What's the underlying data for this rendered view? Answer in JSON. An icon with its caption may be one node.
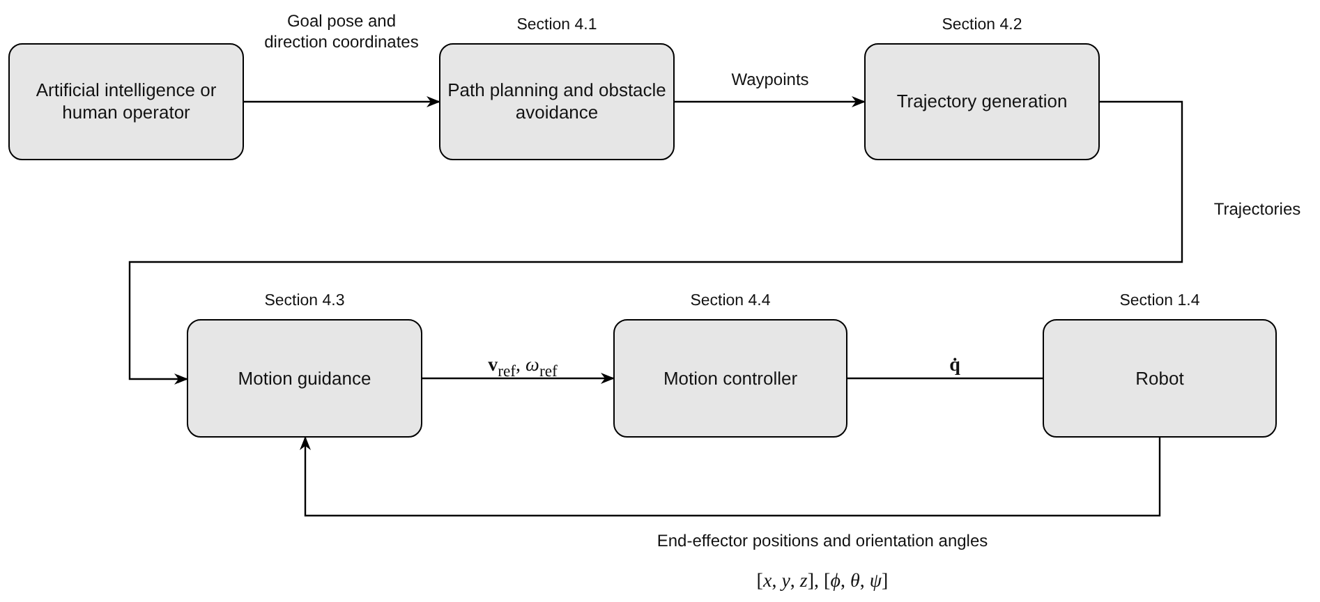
{
  "diagram": {
    "nodes": [
      {
        "text": [
          "Artificial intelligence or human operator"
        ]
      },
      {
        "text": [
          "Path planning and obstacle avoidance"
        ],
        "beside": [
          "Section 4.1"
        ]
      },
      {
        "text": [
          "Trajectory generation"
        ],
        "beside": [
          "Section 4.2"
        ]
      },
      {
        "text": [
          "Motion guidance"
        ],
        "beside": [
          "Section 4.3"
        ]
      },
      {
        "text": [
          "Motion controller"
        ],
        "beside": [
          "Section 4.4"
        ]
      },
      {
        "text": [
          "Robot"
        ],
        "beside": [
          "Section 1.4"
        ]
      }
    ],
    "edges": [
      {
        "from": 0,
        "to": 1,
        "arrow": "to",
        "label": "Goal pose and direction coordinates"
      },
      {
        "from": 1,
        "to": 2,
        "arrow": "to",
        "label": "Waypoints"
      },
      {
        "from": 2,
        "to": 3,
        "arrow": "to",
        "label": "Trajectories"
      },
      {
        "from": 3,
        "to": 4,
        "arrow": "to",
        "label": "**v**$_{ref}$, *ω*$_{ref}$"
      },
      {
        "from": 4,
        "to": 5,
        "arrow": "none",
        "label": "**q̇**"
      },
      {
        "from": 5,
        "to": 3,
        "arrow": "to",
        "label": "End-effector positions and orientation angles"
      }
    ],
    "labels": [
      "[*x*, *y*, *z*], [*ϕ*, *θ*, *ψ*]"
    ]
  }
}
